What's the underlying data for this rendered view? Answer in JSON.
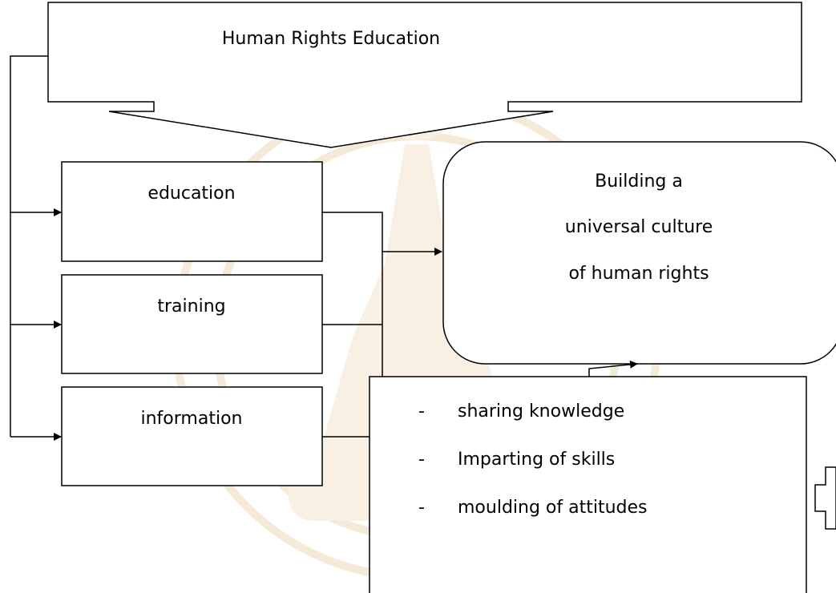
{
  "title_box": {
    "label": "Human Rights Education"
  },
  "components": [
    {
      "label": "education"
    },
    {
      "label": "training"
    },
    {
      "label": "information"
    }
  ],
  "goal_box": {
    "lines": [
      "Building a",
      "universal culture",
      "of human rights"
    ]
  },
  "activities": {
    "items": [
      {
        "bullet": "-",
        "text": "sharing knowledge"
      },
      {
        "bullet": "-",
        "text": "Imparting of skills"
      },
      {
        "bullet": "-",
        "text": "moulding of attitudes"
      }
    ]
  }
}
